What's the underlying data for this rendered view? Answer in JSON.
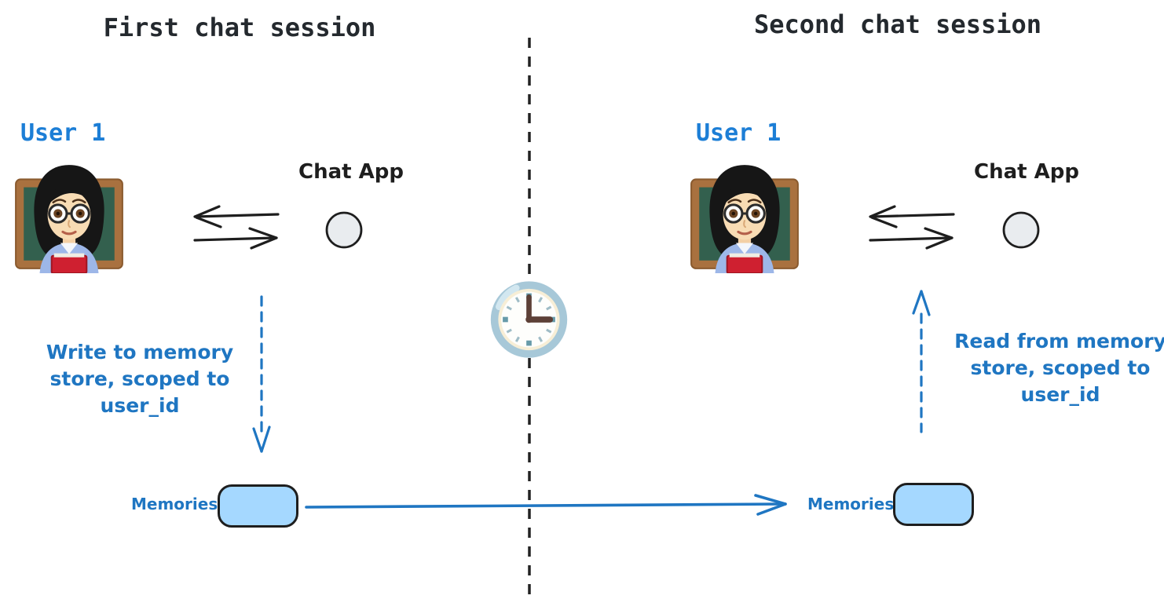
{
  "sessions": {
    "first": {
      "title": "First chat session",
      "user": {
        "label": "User 1",
        "avatar_icon": "woman-teacher-emoji"
      },
      "chat_app": {
        "label": "Chat App",
        "node_icon": "circle-node"
      },
      "exchange_icon": "left-right-exchange-arrows",
      "memory_arrow_icon": "dashed-down-arrow",
      "memory_annotation_lines": [
        "Write to memory",
        "store, scoped to",
        "user_id"
      ],
      "memories_label": "Memories"
    },
    "second": {
      "title": "Second chat session",
      "user": {
        "label": "User 1",
        "avatar_icon": "woman-teacher-emoji"
      },
      "chat_app": {
        "label": "Chat App",
        "node_icon": "circle-node"
      },
      "exchange_icon": "left-right-exchange-arrows",
      "memory_arrow_icon": "dashed-up-arrow",
      "memory_annotation_lines": [
        "Read from memory",
        "store, scoped to",
        "user_id"
      ],
      "memories_label": "Memories"
    }
  },
  "timeline": {
    "divider_icon": "vertical-dashed-line",
    "clock_icon": "clock-three-oclock",
    "transfer_arrow_icon": "solid-right-arrow"
  },
  "colors": {
    "user_label_blue": "#1c7ed6",
    "annotation_blue": "#1f76c2",
    "ink": "#1e1e1e",
    "memory_box_fill": "#a5d8ff",
    "chat_node_fill": "#e9ecef",
    "clock_body": "#a7c8d8"
  }
}
